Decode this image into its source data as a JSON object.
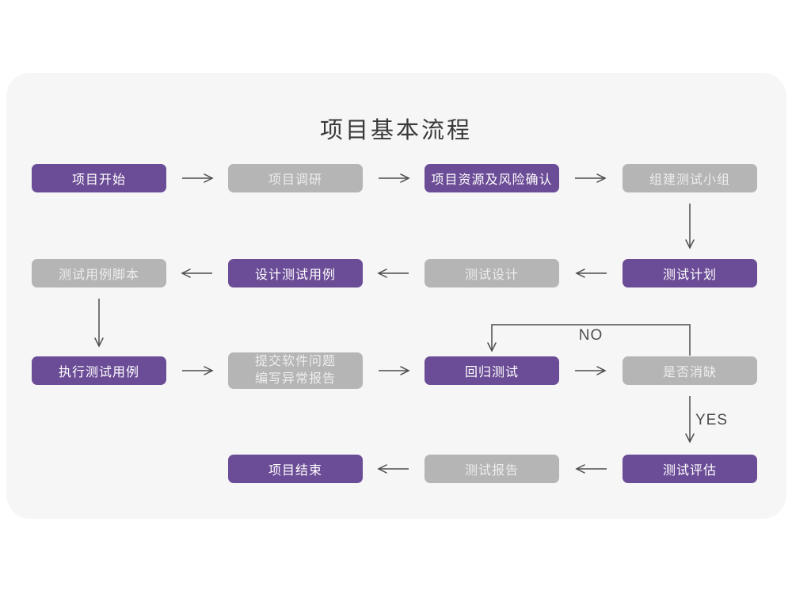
{
  "title": "项目基本流程",
  "colors": {
    "purple": "#6B4C96",
    "gray": "#B5B5B5",
    "card_bg": "#F6F6F6",
    "arrow": "#4D4D4D",
    "title_text": "#3A3A3A",
    "purple_text": "#FFFFFF",
    "gray_text": "#EDEDED"
  },
  "edge_labels": {
    "no": "NO",
    "yes": "YES"
  },
  "nodes": [
    {
      "id": "project-start",
      "label": "项目开始",
      "variant": "purple"
    },
    {
      "id": "project-research",
      "label": "项目调研",
      "variant": "gray"
    },
    {
      "id": "resources-risk",
      "label": "项目资源及风险确认",
      "variant": "purple"
    },
    {
      "id": "build-test-team",
      "label": "组建测试小组",
      "variant": "gray"
    },
    {
      "id": "test-case-script",
      "label": "测试用例脚本",
      "variant": "gray"
    },
    {
      "id": "design-test-cases",
      "label": "设计测试用例",
      "variant": "purple"
    },
    {
      "id": "test-design",
      "label": "测试设计",
      "variant": "gray"
    },
    {
      "id": "test-plan",
      "label": "测试计划",
      "variant": "purple"
    },
    {
      "id": "execute-test-cases",
      "label": "执行测试用例",
      "variant": "purple"
    },
    {
      "id": "submit-issues-report",
      "label": "提交软件问题\n编写异常报告",
      "variant": "gray"
    },
    {
      "id": "regression-test",
      "label": "回归测试",
      "variant": "purple"
    },
    {
      "id": "defect-cleared",
      "label": "是否消缺",
      "variant": "gray"
    },
    {
      "id": "test-evaluation",
      "label": "测试评估",
      "variant": "purple"
    },
    {
      "id": "test-report",
      "label": "测试报告",
      "variant": "gray"
    },
    {
      "id": "project-end",
      "label": "项目结束",
      "variant": "purple"
    }
  ]
}
